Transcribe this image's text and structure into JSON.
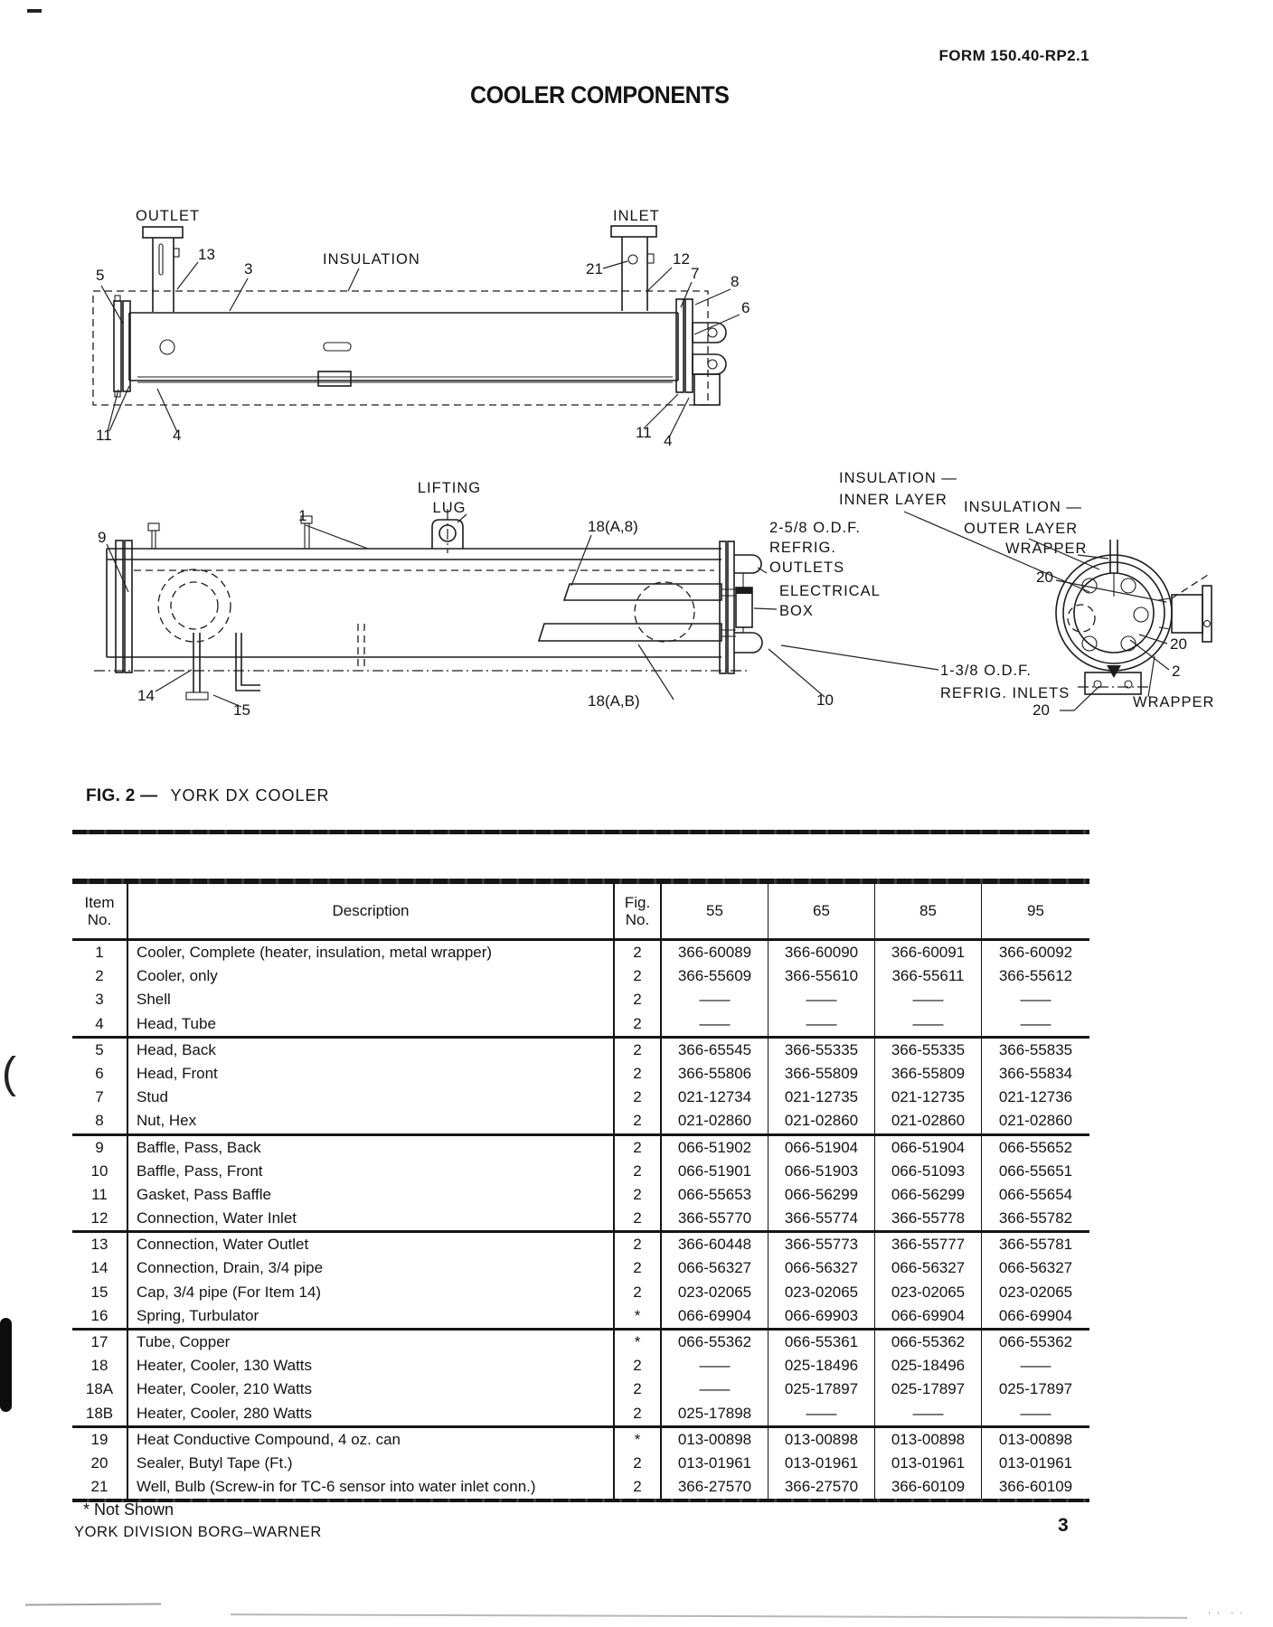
{
  "page": {
    "form_number": "FORM 150.40-RP2.1",
    "title": "COOLER COMPONENTS",
    "fig_caption_bold": "FIG. 2 —",
    "fig_caption_text": "YORK DX COOLER",
    "footnote": "* Not Shown",
    "footer_left": "YORK DIVISION BORG–WARNER",
    "page_number": "3"
  },
  "diagram": {
    "labels": {
      "outlet": "OUTLET",
      "inlet": "INLET",
      "insulation": "INSULATION",
      "n13": "13",
      "n5": "5",
      "n3": "3",
      "n21": "21",
      "n12": "12",
      "n7": "7",
      "n8": "8",
      "n6": "6",
      "n11_left": "11",
      "n4_left": "4",
      "n11_right": "11",
      "n4_right": "4",
      "lifting_1": "LIFTING",
      "lifting_2": "LUG",
      "n9": "9",
      "n1": "1",
      "n18a8": "18(A,8)",
      "refrig_outlets_1": "2-5/8 O.D.F.",
      "refrig_outlets_2": "REFRIG.",
      "refrig_outlets_3": "OUTLETS",
      "electrical_1": "ELECTRICAL",
      "electrical_2": "BOX",
      "n14": "14",
      "n15": "15",
      "n18ab": "18(A,B)",
      "n10": "10",
      "refrig_inlets_1": "1-3/8 O.D.F.",
      "refrig_inlets_2": "REFRIG. INLETS",
      "ins_inner_1": "INSULATION —",
      "ins_inner_2": "INNER LAYER",
      "ins_outer_1": "INSULATION —",
      "ins_outer_2": "OUTER LAYER",
      "wrapper_top": "WRAPPER",
      "wrapper_bottom": "WRAPPER",
      "n20_top": "20",
      "n20_mid": "20",
      "n20_bottom": "20",
      "n2": "2"
    }
  },
  "table": {
    "headers": {
      "item_line1": "Item",
      "item_line2": "No.",
      "description": "Description",
      "fig_line1": "Fig.",
      "fig_line2": "No.",
      "col55": "55",
      "col65": "65",
      "col85": "85",
      "col95": "95"
    },
    "rows": [
      {
        "item": "1",
        "desc": "Cooler, Complete (heater, insulation, metal wrapper)",
        "fig": "2",
        "p": [
          "366-60089",
          "366-60090",
          "366-60091",
          "366-60092"
        ],
        "end": false
      },
      {
        "item": "2",
        "desc": "Cooler, only",
        "fig": "2",
        "p": [
          "366-55609",
          "366-55610",
          "366-55611",
          "366-55612"
        ],
        "end": false
      },
      {
        "item": "3",
        "desc": "Shell",
        "fig": "2",
        "p": [
          "——",
          "——",
          "——",
          "——"
        ],
        "end": false
      },
      {
        "item": "4",
        "desc": "Head, Tube",
        "fig": "2",
        "p": [
          "——",
          "——",
          "——",
          "——"
        ],
        "end": true
      },
      {
        "item": "5",
        "desc": "Head, Back",
        "fig": "2",
        "p": [
          "366-65545",
          "366-55335",
          "366-55335",
          "366-55835"
        ],
        "end": false
      },
      {
        "item": "6",
        "desc": "Head, Front",
        "fig": "2",
        "p": [
          "366-55806",
          "366-55809",
          "366-55809",
          "366-55834"
        ],
        "end": false
      },
      {
        "item": "7",
        "desc": "Stud",
        "fig": "2",
        "p": [
          "021-12734",
          "021-12735",
          "021-12735",
          "021-12736"
        ],
        "end": false
      },
      {
        "item": "8",
        "desc": "Nut, Hex",
        "fig": "2",
        "p": [
          "021-02860",
          "021-02860",
          "021-02860",
          "021-02860"
        ],
        "end": true
      },
      {
        "item": "9",
        "desc": "Baffle, Pass, Back",
        "fig": "2",
        "p": [
          "066-51902",
          "066-51904",
          "066-51904",
          "066-55652"
        ],
        "end": false
      },
      {
        "item": "10",
        "desc": "Baffle, Pass, Front",
        "fig": "2",
        "p": [
          "066-51901",
          "066-51903",
          "066-51093",
          "066-55651"
        ],
        "end": false
      },
      {
        "item": "11",
        "desc": "Gasket, Pass Baffle",
        "fig": "2",
        "p": [
          "066-55653",
          "066-56299",
          "066-56299",
          "066-55654"
        ],
        "end": false
      },
      {
        "item": "12",
        "desc": "Connection, Water Inlet",
        "fig": "2",
        "p": [
          "366-55770",
          "366-55774",
          "366-55778",
          "366-55782"
        ],
        "end": true
      },
      {
        "item": "13",
        "desc": "Connection, Water Outlet",
        "fig": "2",
        "p": [
          "366-60448",
          "366-55773",
          "366-55777",
          "366-55781"
        ],
        "end": false
      },
      {
        "item": "14",
        "desc": "Connection, Drain, 3/4 pipe",
        "fig": "2",
        "p": [
          "066-56327",
          "066-56327",
          "066-56327",
          "066-56327"
        ],
        "end": false
      },
      {
        "item": "15",
        "desc": "Cap, 3/4 pipe  (For Item 14)",
        "fig": "2",
        "p": [
          "023-02065",
          "023-02065",
          "023-02065",
          "023-02065"
        ],
        "end": false
      },
      {
        "item": "16",
        "desc": "Spring, Turbulator",
        "fig": "*",
        "p": [
          "066-69904",
          "066-69903",
          "066-69904",
          "066-69904"
        ],
        "end": true
      },
      {
        "item": "17",
        "desc": "Tube, Copper",
        "fig": "*",
        "p": [
          "066-55362",
          "066-55361",
          "066-55362",
          "066-55362"
        ],
        "end": false
      },
      {
        "item": "18",
        "desc": "Heater, Cooler, 130 Watts",
        "fig": "2",
        "p": [
          "——",
          "025-18496",
          "025-18496",
          "——"
        ],
        "end": false
      },
      {
        "item": "18A",
        "desc": "Heater, Cooler, 210 Watts",
        "fig": "2",
        "p": [
          "——",
          "025-17897",
          "025-17897",
          "025-17897"
        ],
        "end": false
      },
      {
        "item": "18B",
        "desc": "Heater, Cooler, 280 Watts",
        "fig": "2",
        "p": [
          "025-17898",
          "——",
          "——",
          "——"
        ],
        "end": true
      },
      {
        "item": "19",
        "desc": "Heat Conductive Compound, 4 oz. can",
        "fig": "*",
        "p": [
          "013-00898",
          "013-00898",
          "013-00898",
          "013-00898"
        ],
        "end": false
      },
      {
        "item": "20",
        "desc": "Sealer, Butyl Tape (Ft.)",
        "fig": "2",
        "p": [
          "013-01961",
          "013-01961",
          "013-01961",
          "013-01961"
        ],
        "end": false
      },
      {
        "item": "21",
        "desc": "Well, Bulb (Screw-in for TC-6 sensor into water inlet conn.)",
        "fig": "2",
        "p": [
          "366-27570",
          "366-27570",
          "366-60109",
          "366-60109"
        ],
        "end": false
      }
    ]
  }
}
